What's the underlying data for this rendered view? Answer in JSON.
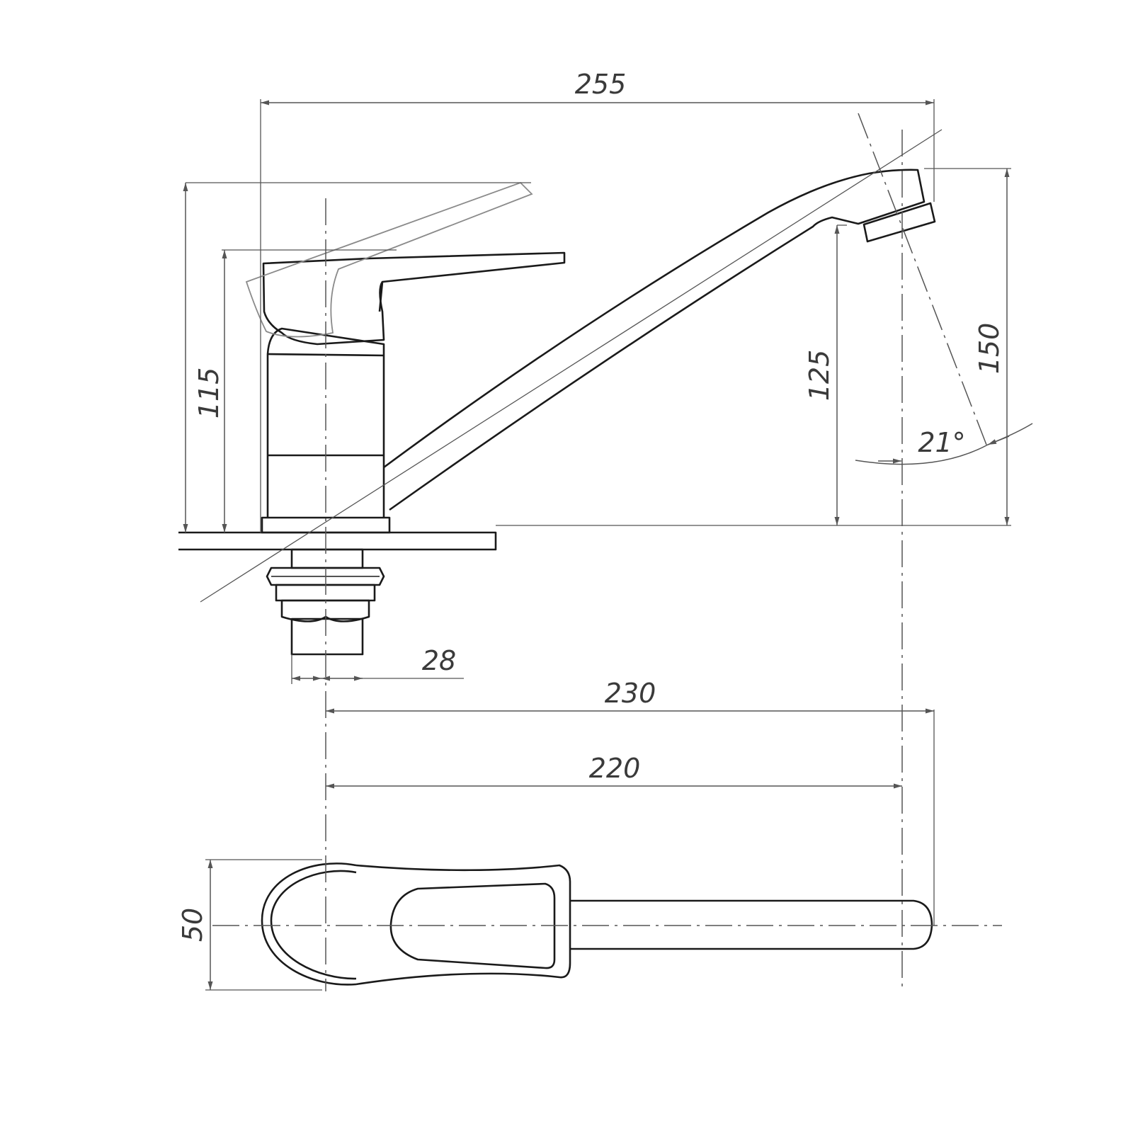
{
  "dimensions": {
    "overall_length": "255",
    "lever_height": "115",
    "spout_clearance": "125",
    "total_height": "150",
    "swivel_angle": "21°",
    "shank_diameter": "28",
    "reach_to_tip": "230",
    "reach_to_axis": "220",
    "body_width": "50"
  },
  "colors": {
    "outline": "#1a1a1a",
    "dimension_line": "#555555",
    "background": "#ffffff"
  }
}
